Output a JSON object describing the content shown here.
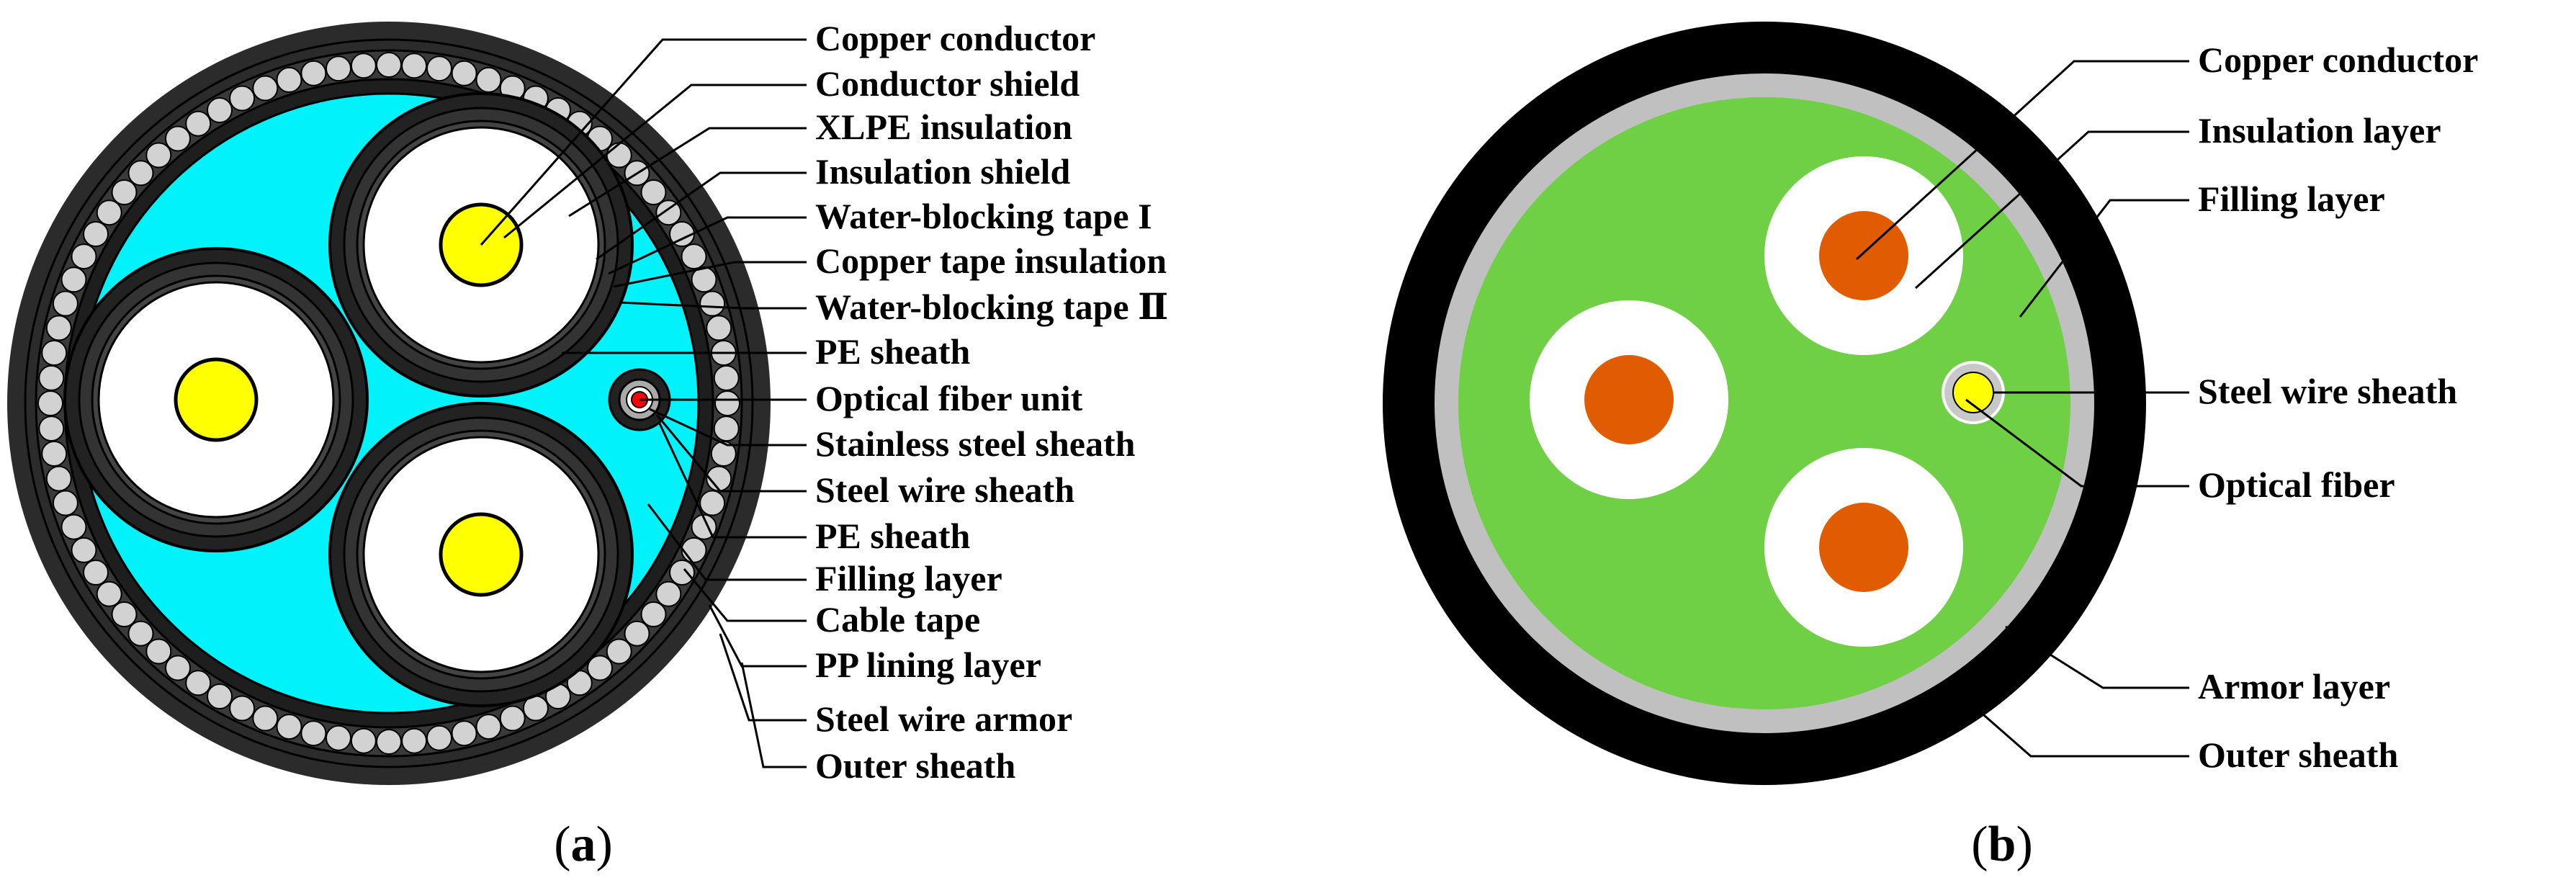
{
  "panel_a": {
    "caption_open": "(",
    "caption_letter": "a",
    "caption_close": ")",
    "labels": [
      "Copper conductor",
      "Conductor shield",
      "XLPE insulation",
      "Insulation shield",
      "Water-blocking tape I",
      "Copper tape insulation",
      "Water-blocking tape Ⅱ",
      "PE sheath",
      "Optical fiber unit",
      "Stainless steel sheath",
      "Steel wire sheath",
      "PE sheath",
      "Filling layer",
      "Cable tape",
      "PP lining layer",
      "Steel wire armor",
      "Outer sheath"
    ],
    "colors": {
      "filling": "#00f2fb",
      "outer_sheath": "#2b2b2b",
      "armor_wire": "#d2d2d2",
      "insulation": "#ffffff",
      "conductor": "#ffff00",
      "fiber": "#ff0000"
    }
  },
  "panel_b": {
    "caption_open": "(",
    "caption_letter": "b",
    "caption_close": ")",
    "labels": [
      "Copper conductor",
      "Insulation layer",
      "Filling layer",
      "Steel wire sheath",
      "Optical fiber",
      "Armor layer",
      "Outer sheath"
    ],
    "colors": {
      "outer_sheath": "#000000",
      "armor": "#c0c0c0",
      "filling": "#6fcf45",
      "insulation": "#ffffff",
      "conductor": "#e15b00",
      "fiber": "#ffff00"
    }
  }
}
